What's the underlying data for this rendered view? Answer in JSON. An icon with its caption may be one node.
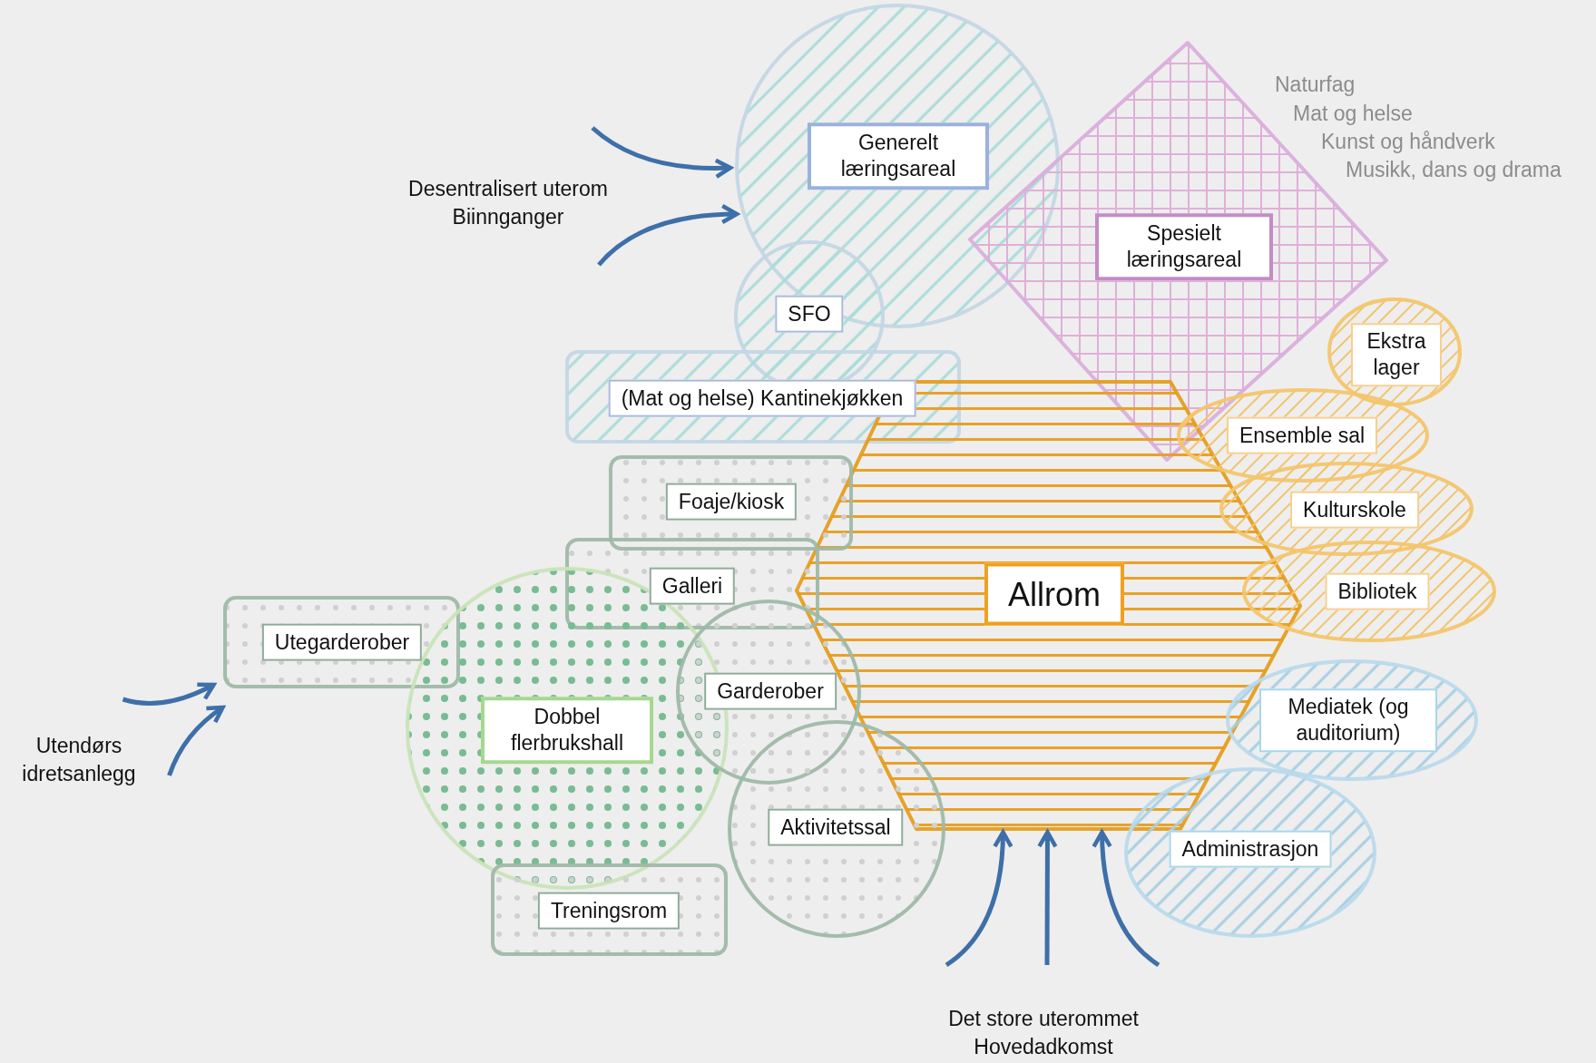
{
  "diagram": {
    "nodes": [
      {
        "text": [
          "Desentralisert uterom",
          "Biinnganger"
        ]
      },
      {
        "text": [
          "Generelt læringsareal"
        ]
      },
      {
        "text": [
          "Spesielt læringsareal"
        ],
        "beside": [
          "Naturfag",
          "Mat og helse",
          "Kunst og håndverk",
          "Musikk, dans og drama"
        ]
      },
      {
        "text": [
          "SFO"
        ]
      },
      {
        "text": [
          "Ekstra lager"
        ]
      },
      {
        "text": [
          "(Mat og helse) Kantinekjøkken"
        ]
      },
      {
        "text": [
          "Ensemble sal"
        ]
      },
      {
        "text": [
          "Foaje/kiosk"
        ]
      },
      {
        "text": [
          "Kulturskole"
        ]
      },
      {
        "text": [
          "Galleri"
        ]
      },
      {
        "text": [
          "Allrom"
        ]
      },
      {
        "text": [
          "Bibliotek"
        ]
      },
      {
        "text": [
          "Utegarderober"
        ]
      },
      {
        "text": [
          "Garderober"
        ]
      },
      {
        "text": [
          "Dobbel flerbrukshall"
        ]
      },
      {
        "text": [
          "Mediatek (og auditorium)"
        ]
      },
      {
        "text": [
          "Utendørs idretsanlegg"
        ]
      },
      {
        "text": [
          "Aktivitetssal"
        ]
      },
      {
        "text": [
          "Administrasjon"
        ]
      },
      {
        "text": [
          "Treningsrom"
        ]
      },
      {
        "text": [
          "Det store uterommet",
          "Hovedadkomst"
        ]
      }
    ],
    "edges": [
      {
        "from": 0,
        "to": 1,
        "arrow": "to"
      },
      {
        "from": 0,
        "to": 1,
        "arrow": "to"
      },
      {
        "from": 16,
        "to": 12,
        "arrow": "to"
      },
      {
        "from": 16,
        "to": 12,
        "arrow": "to"
      },
      {
        "from": 20,
        "to": 10,
        "arrow": "to"
      },
      {
        "from": 20,
        "to": 10,
        "arrow": "to"
      },
      {
        "from": 20,
        "to": 10,
        "arrow": "to"
      }
    ]
  }
}
